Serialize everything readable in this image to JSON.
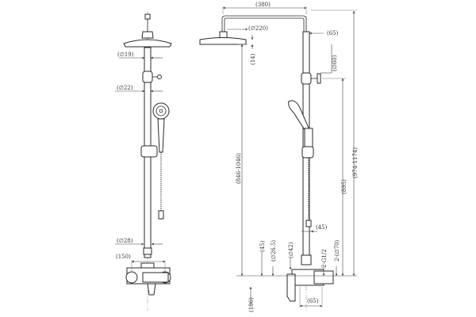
{
  "colors": {
    "line": "#2a2a2a",
    "dimension": "#444444",
    "background": "#ffffff"
  },
  "front_view": {
    "dim_head_dia": "(∅19)",
    "dim_pipe_dia": "(∅22)",
    "dim_bar_dia": "(∅28)",
    "dim_center_spacing": "(150)"
  },
  "side_view": {
    "dim_arm_length": "(380)",
    "dim_head_size": "(∅220)",
    "dim_head_thickness": "(14)",
    "dim_top_offset": "(65)",
    "dim_clamp_dia": "(∅60)",
    "dim_total_height": "(974-1174)",
    "dim_adjustable_height": "(846-1046)",
    "dim_pipe_height": "(895)",
    "dim_pipe_offset": "(45)",
    "dim_valve_height": "(45)",
    "dim_valve_dia": "(∅26.5)",
    "dim_outlet_dia": "(∅42)",
    "dim_thread": "2-G1/2",
    "dim_flange_dia": "2-(∅70)",
    "dim_wall_offset": "(106)",
    "dim_bottom_offset": "(65)"
  }
}
